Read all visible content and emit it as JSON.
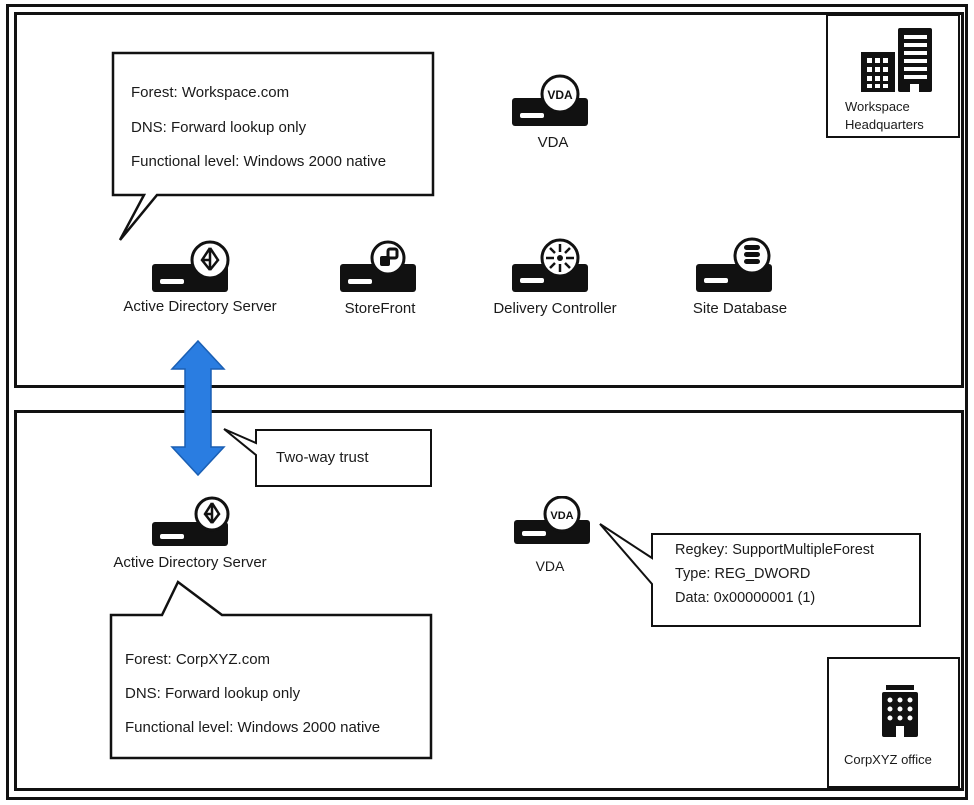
{
  "locations": {
    "headquarters": {
      "label_line1": "Workspace",
      "label_line2": "Headquarters",
      "icon": "office-buildings-icon"
    },
    "corp": {
      "label": "CorpXYZ office",
      "icon": "office-building-icon"
    }
  },
  "hq": {
    "ad_callout": {
      "forest": "Forest: Workspace.com",
      "dns": "DNS: Forward lookup only",
      "level": "Functional level: Windows 2000 native"
    },
    "vda": {
      "label": "VDA",
      "badge": "VDA",
      "icon": "vda-server-icon"
    },
    "servers": [
      {
        "label": "Active Directory Server",
        "icon": "active-directory-server-icon"
      },
      {
        "label": "StoreFront",
        "icon": "storefront-server-icon"
      },
      {
        "label": "Delivery Controller",
        "icon": "delivery-controller-server-icon"
      },
      {
        "label": "Site Database",
        "icon": "database-server-icon"
      }
    ]
  },
  "trust": {
    "label": "Two-way trust",
    "arrow_color": "#2a7de1",
    "icon": "double-arrow-icon"
  },
  "corp": {
    "ad": {
      "label": "Active Directory Server",
      "icon": "active-directory-server-icon"
    },
    "ad_callout": {
      "forest": "Forest: CorpXYZ.com",
      "dns": "DNS: Forward lookup only",
      "level": "Functional level: Windows 2000 native"
    },
    "vda": {
      "label": "VDA",
      "badge": "VDA",
      "icon": "vda-server-icon"
    },
    "vda_callout": {
      "regkey": "Regkey: SupportMultipleForest",
      "type": "Type: REG_DWORD",
      "data": "Data: 0x00000001 (1)"
    }
  }
}
